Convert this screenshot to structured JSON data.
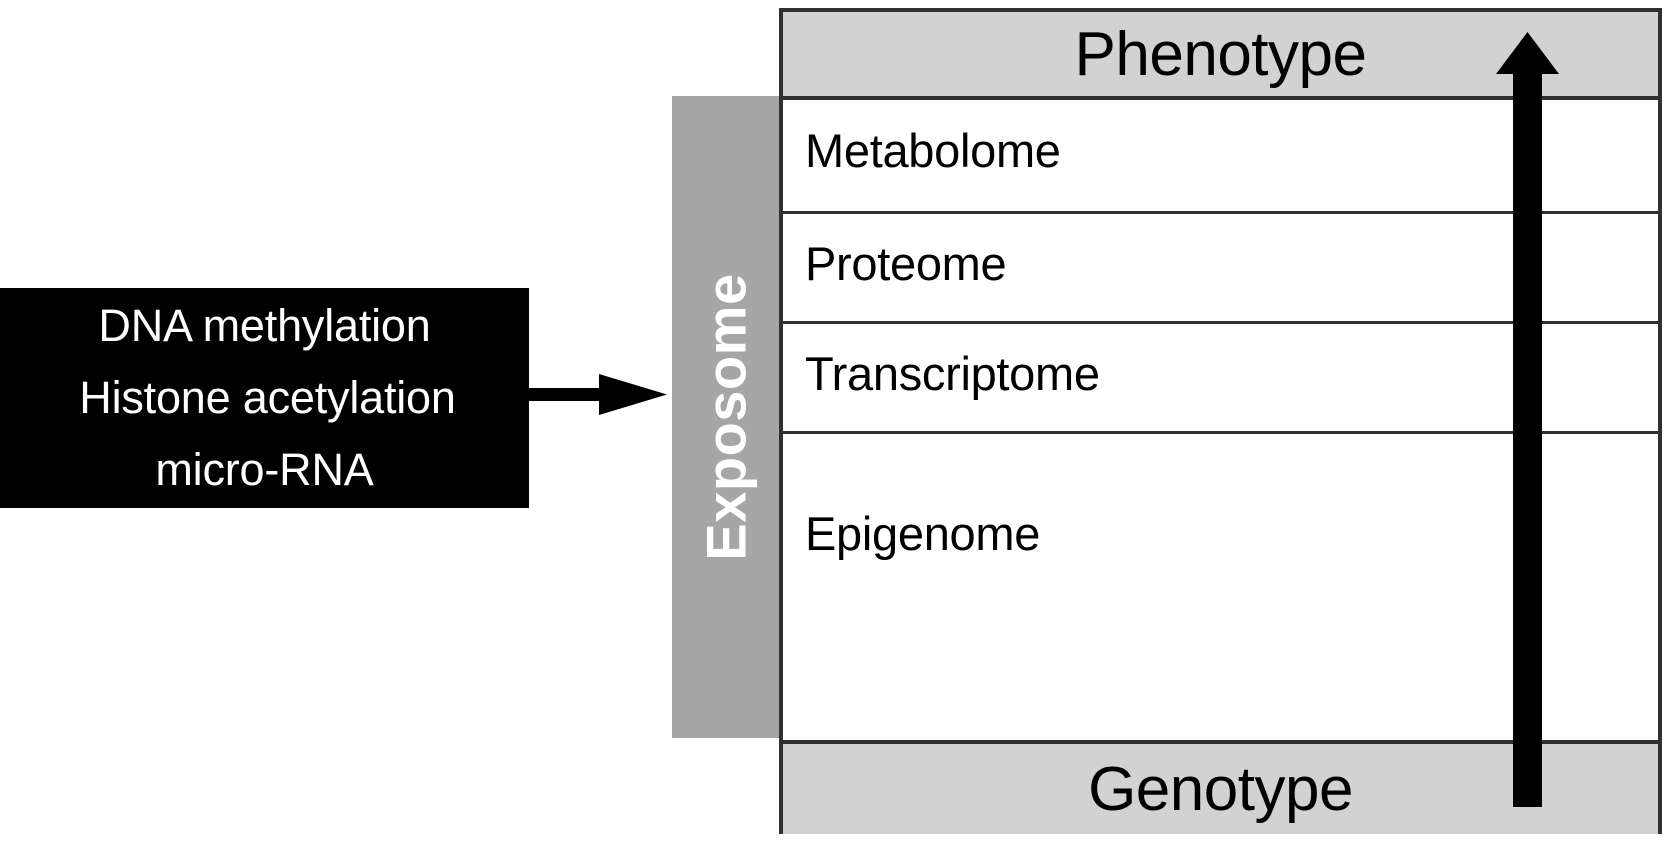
{
  "diagram": {
    "title_implicit": "Exposome and omics layers linking genotype to phenotype",
    "epigenetic_box": {
      "name": "epigenetic-mechanisms",
      "background_color": "#000000",
      "text_color": "#FFFFFF",
      "lines": [
        "DNA methylation",
        "Histone acetylation",
        "micro-RNA"
      ]
    },
    "arrow_to_exposome": {
      "name": "arrow-epigenetics-to-exposome",
      "direction": "right",
      "color": "#000000"
    },
    "exposome": {
      "label": "Exposome",
      "background_color": "#A6A6A6",
      "text_color": "#FFFFFF",
      "orientation": "vertical-bottom-to-top"
    },
    "stack": {
      "border_color": "#303030",
      "header": {
        "label": "Phenotype",
        "background_color": "#D2D2D2",
        "text_color": "#000000"
      },
      "footer": {
        "label": "Genotype",
        "background_color": "#D2D2D2",
        "text_color": "#000000"
      },
      "rows": [
        {
          "label": "Metabolome"
        },
        {
          "label": "Proteome"
        },
        {
          "label": "Transcriptome"
        },
        {
          "label": "Epigenome"
        }
      ]
    },
    "vertical_arrow": {
      "name": "arrow-genotype-to-phenotype",
      "direction": "up",
      "color": "#000000",
      "from": "Genotype",
      "to": "Phenotype"
    }
  }
}
